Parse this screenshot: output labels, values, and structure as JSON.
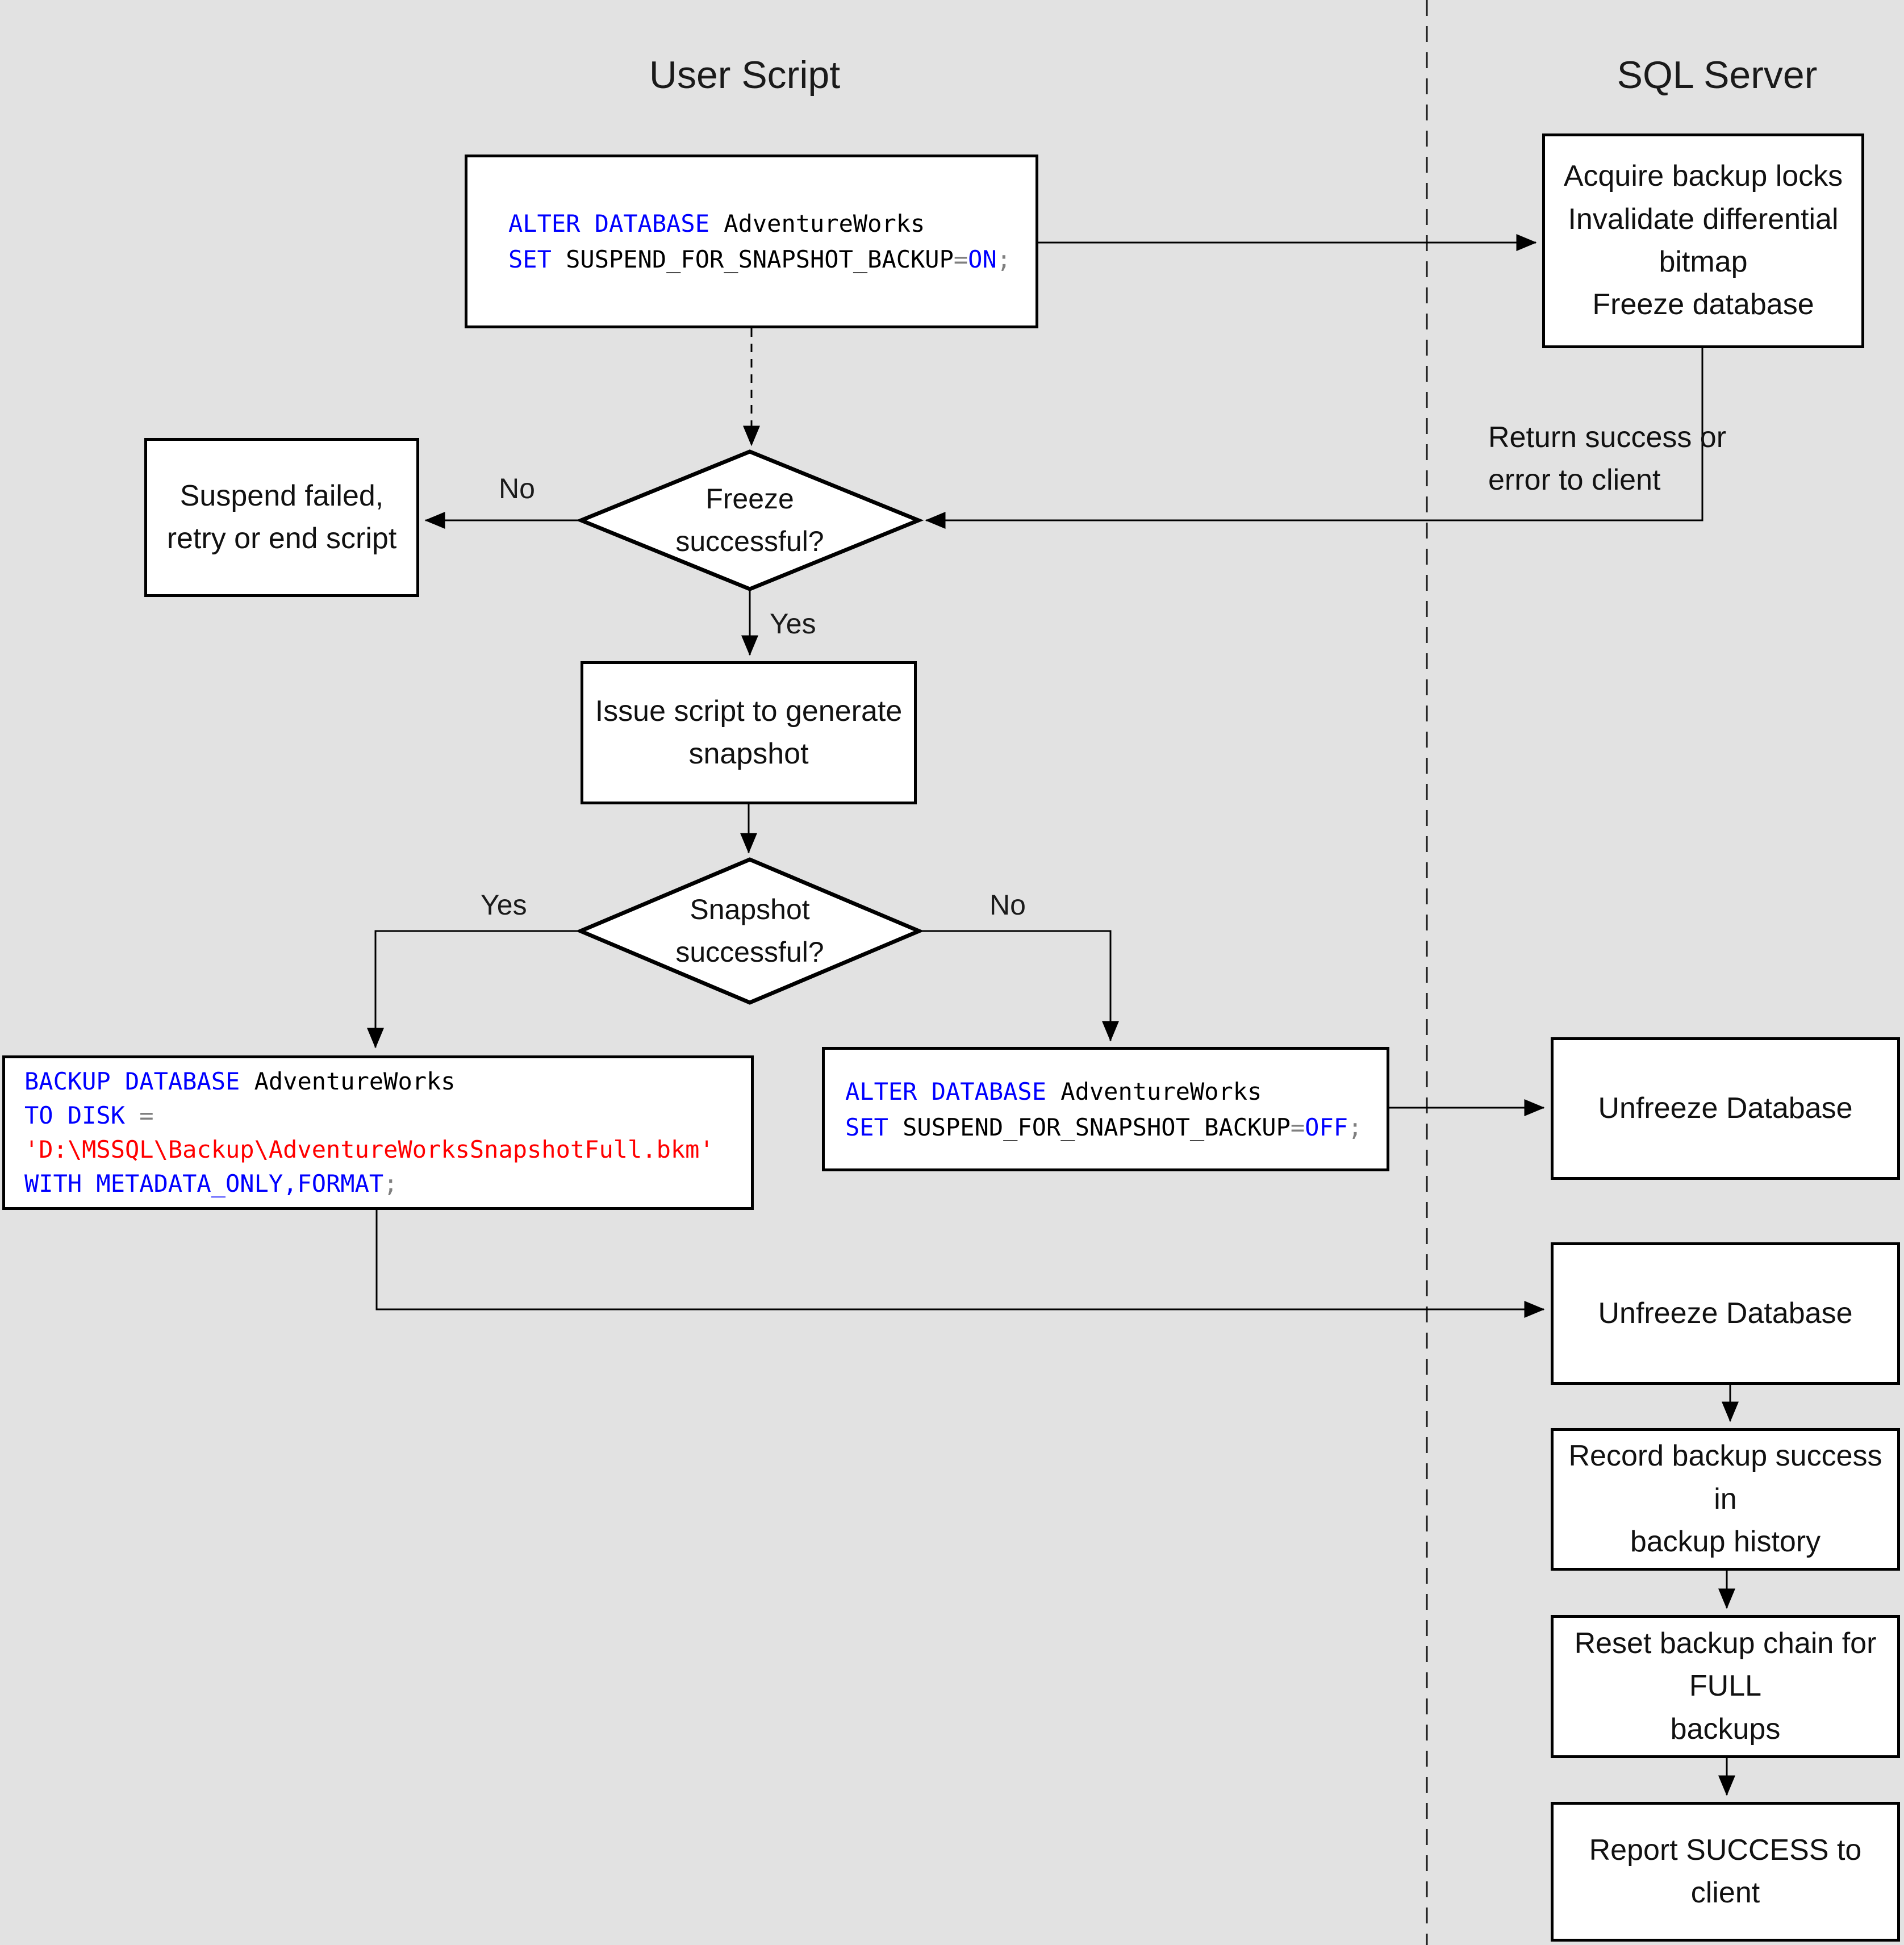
{
  "titles": {
    "left": "User Script",
    "right": "SQL Server"
  },
  "colors": {
    "background": "#e2e2e2",
    "node_fill": "#ffffff",
    "node_border": "#000000",
    "sql_keyword": "#0000ff",
    "sql_identifier": "#000000",
    "sql_operator": "#7f7f7f",
    "sql_string": "#ff0000"
  },
  "edge_labels": {
    "freeze_no": "No",
    "freeze_yes": "Yes",
    "snapshot_yes": "Yes",
    "snapshot_no": "No",
    "return_line1": "Return success or",
    "return_line2": "error to client"
  },
  "nodes": {
    "alter_on": {
      "code": [
        [
          {
            "c": "kw",
            "t": "ALTER DATABASE"
          },
          {
            "c": "id",
            "t": " AdventureWorks"
          }
        ],
        [
          {
            "c": "kw",
            "t": "SET"
          },
          {
            "c": "id",
            "t": " SUSPEND_FOR_SNAPSHOT_BACKUP"
          },
          {
            "c": "op",
            "t": "="
          },
          {
            "c": "kw",
            "t": "ON"
          },
          {
            "c": "op",
            "t": ";"
          }
        ]
      ]
    },
    "acquire_locks": {
      "lines": [
        "Acquire backup locks",
        "Invalidate differential bitmap",
        "Freeze database"
      ]
    },
    "freeze_decision": {
      "lines": [
        "Freeze",
        "successful?"
      ]
    },
    "suspend_failed": {
      "lines": [
        "Suspend failed,",
        "retry or end script"
      ]
    },
    "issue_script": {
      "lines": [
        "Issue script to generate",
        "snapshot"
      ]
    },
    "snapshot_decision": {
      "lines": [
        "Snapshot",
        "successful?"
      ]
    },
    "backup_cmd": {
      "code": [
        [
          {
            "c": "kw",
            "t": "BACKUP DATABASE"
          },
          {
            "c": "id",
            "t": " AdventureWorks"
          }
        ],
        [
          {
            "c": "kw",
            "t": "TO DISK"
          },
          {
            "c": "op",
            "t": " ="
          }
        ],
        [
          {
            "c": "str",
            "t": "'D:\\MSSQL\\Backup\\AdventureWorksSnapshotFull.bkm'"
          }
        ],
        [
          {
            "c": "kw",
            "t": "WITH METADATA_ONLY,FORMAT"
          },
          {
            "c": "op",
            "t": ";"
          }
        ]
      ]
    },
    "alter_off": {
      "code": [
        [
          {
            "c": "kw",
            "t": "ALTER DATABASE"
          },
          {
            "c": "id",
            "t": " AdventureWorks"
          }
        ],
        [
          {
            "c": "kw",
            "t": "SET"
          },
          {
            "c": "id",
            "t": " SUSPEND_FOR_SNAPSHOT_BACKUP"
          },
          {
            "c": "op",
            "t": "="
          },
          {
            "c": "kw",
            "t": "OFF"
          },
          {
            "c": "op",
            "t": ";"
          }
        ]
      ]
    },
    "unfreeze_1": {
      "lines": [
        "Unfreeze Database"
      ]
    },
    "unfreeze_2": {
      "lines": [
        "Unfreeze Database"
      ]
    },
    "record_history": {
      "lines": [
        "Record backup success in",
        "backup history"
      ]
    },
    "reset_chain": {
      "lines": [
        "Reset backup chain for FULL",
        "backups"
      ]
    },
    "report_success": {
      "lines": [
        "Report SUCCESS to client"
      ]
    }
  }
}
